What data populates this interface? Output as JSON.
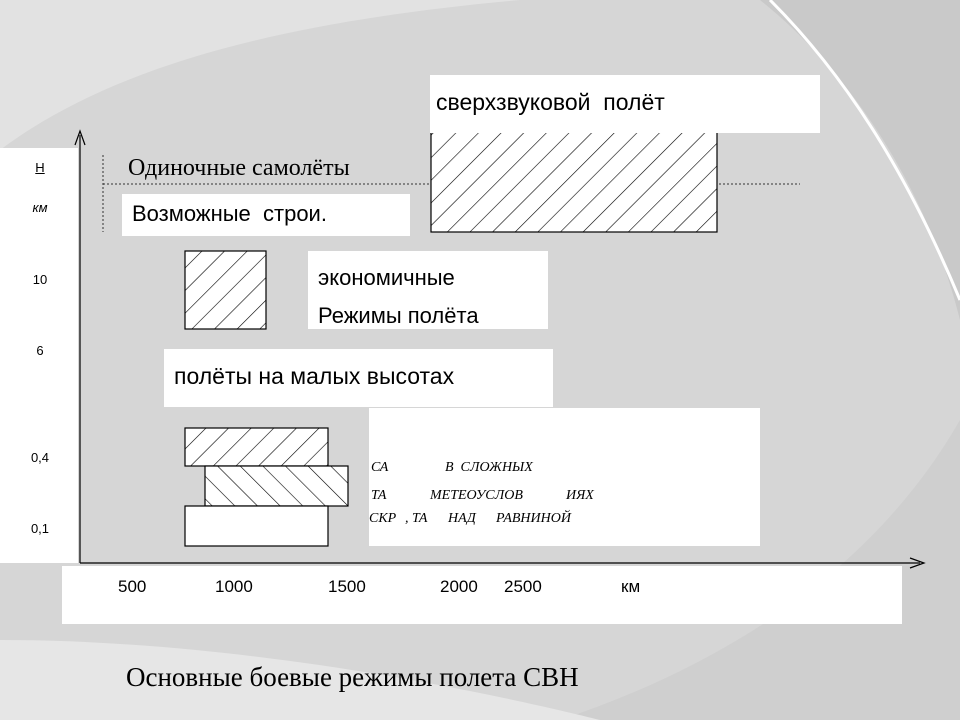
{
  "y_axis": {
    "unit_top": "Н",
    "unit_bottom": "км",
    "ticks": [
      "10",
      "6",
      "0,4",
      "0,1"
    ]
  },
  "x_axis": {
    "ticks": [
      "500",
      "1000",
      "1500",
      "2000",
      "2500"
    ],
    "unit": "км"
  },
  "labels": {
    "supersonic": "сверхзвуковой  полёт",
    "single_aircraft": "Одиночные самолёты",
    "formations": "Возможные  строи.",
    "economic_line1": "экономичные",
    "economic_line2": "Режимы полёта",
    "low_altitude": "полёты на малых высотах"
  },
  "legend_note": {
    "line1_a": "СА",
    "line1_b": "В  СЛОЖНЫХ",
    "line2_a": "ТА",
    "line2_b": "МЕТЕОУСЛОВ",
    "line2_c": "ИЯХ",
    "line3_a": "СКР",
    "line3_b": ", ТА",
    "line3_c": "НАД",
    "line3_d": "РАВНИНОЙ"
  },
  "caption": "Основные боевые режимы полета СВН"
}
